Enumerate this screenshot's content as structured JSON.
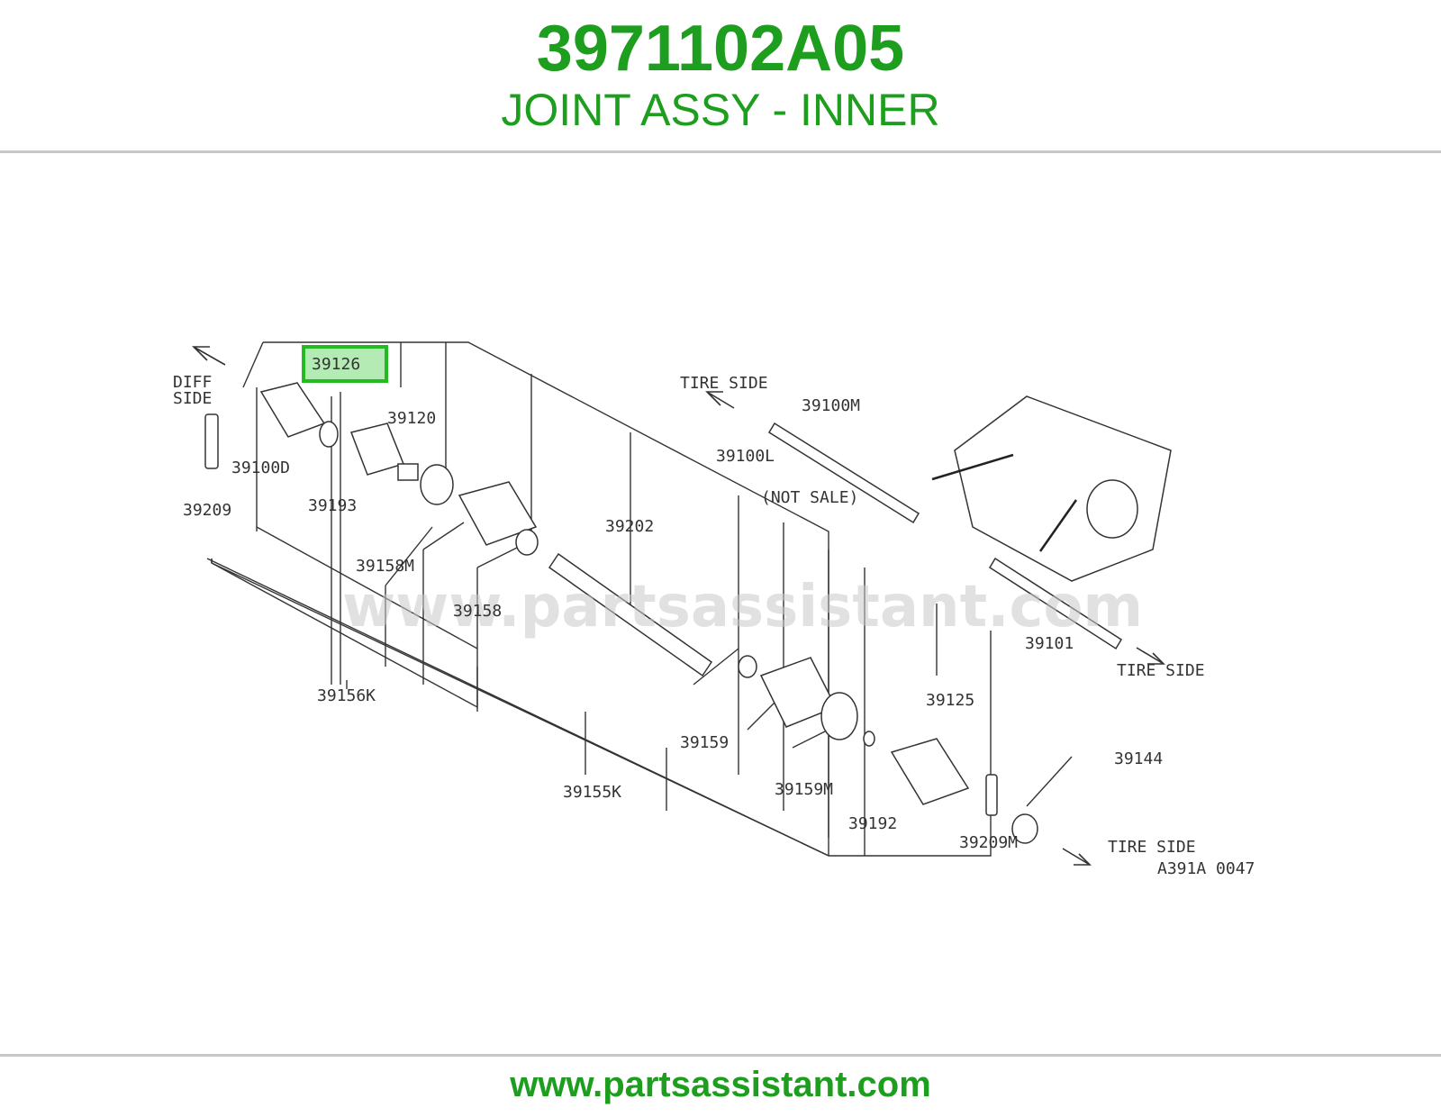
{
  "header": {
    "part_number": "3971102A05",
    "part_name": "JOINT ASSY - INNER"
  },
  "footer": {
    "url": "www.partsassistant.com"
  },
  "diagram": {
    "highlighted_callout": "39126",
    "diagram_code": "A391A 0047",
    "watermark": "www.partsassistant.com",
    "direction_labels": {
      "diff_side_1": "DIFF",
      "diff_side_2": "SIDE",
      "tire_side_top": "TIRE SIDE",
      "tire_side_right": "TIRE SIDE",
      "tire_side_bottom": "TIRE SIDE",
      "not_sale": "(NOT SALE)"
    },
    "callouts": {
      "c39126": "39126",
      "c39120": "39120",
      "c39100D": "39100D",
      "c39209": "39209",
      "c39193": "39193",
      "c39158M": "39158M",
      "c39158": "39158",
      "c39156K": "39156K",
      "c39202": "39202",
      "c39100L": "39100L",
      "c39100M": "39100M",
      "c39101": "39101",
      "c39125": "39125",
      "c39159": "39159",
      "c39155K": "39155K",
      "c39159M": "39159M",
      "c39192": "39192",
      "c39209M": "39209M",
      "c39144": "39144"
    },
    "colors": {
      "brand_green": "#1e9e1e",
      "highlight_border": "#22bb22",
      "highlight_fill": "#9be39b",
      "line": "#333333"
    }
  }
}
